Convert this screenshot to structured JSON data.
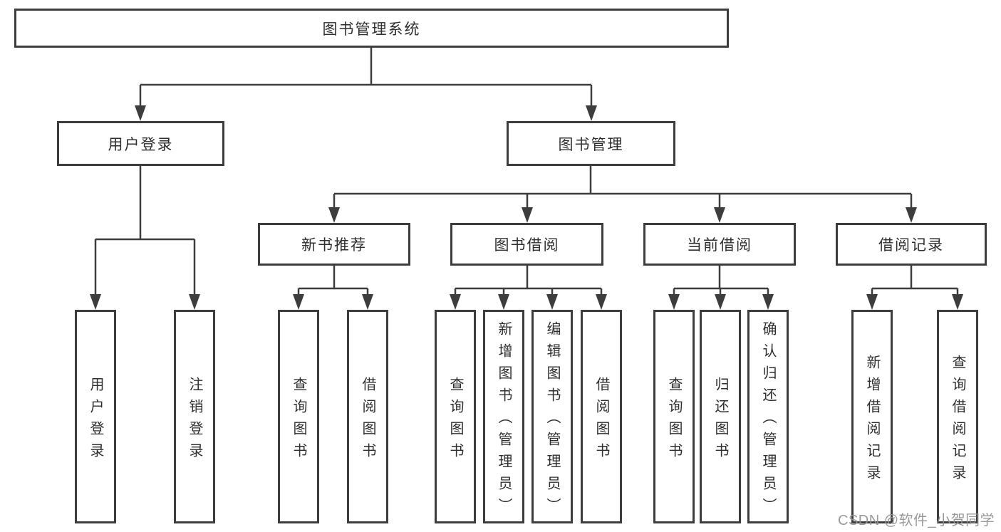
{
  "watermark": {
    "text": "CSDN @软件_小贺同学"
  },
  "colors": {
    "line": "#3d3d3d",
    "text": "#2f2f2f",
    "watermark_gray": "#919191",
    "background": "#ffffff"
  },
  "tree": {
    "root": {
      "label": "图书管理系统"
    },
    "branches": [
      {
        "label": "用户登录",
        "children": [
          {
            "label": "用户登录"
          },
          {
            "label": "注销登录"
          }
        ]
      },
      {
        "label": "图书管理",
        "children": [
          {
            "label": "新书推荐",
            "children": [
              {
                "label": "查询图书"
              },
              {
                "label": "借阅图书"
              }
            ]
          },
          {
            "label": "图书借阅",
            "children": [
              {
                "label": "查询图书"
              },
              {
                "label": "新增图书（管理员）"
              },
              {
                "label": "编辑图书（管理员）"
              },
              {
                "label": "借阅图书"
              }
            ]
          },
          {
            "label": "当前借阅",
            "children": [
              {
                "label": "查询图书"
              },
              {
                "label": "归还图书"
              },
              {
                "label": "确认归还（管理员）"
              }
            ]
          },
          {
            "label": "借阅记录",
            "children": [
              {
                "label": "新增借阅记录"
              },
              {
                "label": "查询借阅记录"
              }
            ]
          }
        ]
      }
    ]
  }
}
